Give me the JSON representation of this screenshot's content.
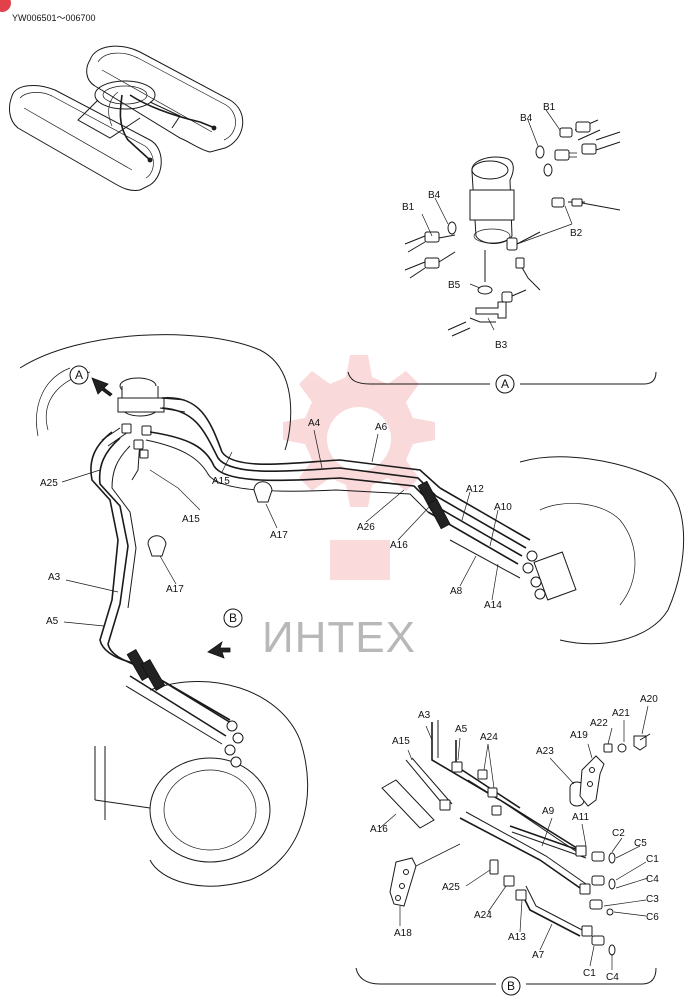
{
  "header": {
    "serial": "YW006501～006700"
  },
  "watermark": {
    "text": "ИНТЕХ",
    "color": "#e8555a"
  },
  "views": {
    "a": "A",
    "b": "B"
  },
  "callouts": {
    "b1_top": "B1",
    "b4_top": "B4",
    "b4_left": "B4",
    "b1_left": "B1",
    "b2": "B2",
    "b5": "B5",
    "b3": "B3",
    "a25_main": "A25",
    "a15_main": "A15",
    "a15_mid": "A15",
    "a4": "A4",
    "a6": "A6",
    "a17_top": "A17",
    "a26": "A26",
    "a16_main": "A16",
    "a12": "A12",
    "a10": "A10",
    "a8": "A8",
    "a14": "A14",
    "a3_main": "A3",
    "a5_main": "A5",
    "a17_low": "A17",
    "a3_b": "A3",
    "a5_b": "A5",
    "a24_b1": "A24",
    "a23": "A23",
    "a19": "A19",
    "a22": "A22",
    "a21": "A21",
    "a20": "A20",
    "a15_b": "A15",
    "a9": "A9",
    "a11": "A11",
    "a16_b": "A16",
    "c2_1": "C2",
    "c5_1": "C5",
    "c1_1": "C1",
    "c4_1": "C4",
    "c3": "C3",
    "c6": "C6",
    "a25_b": "A25",
    "a24_b2": "A24",
    "a18": "A18",
    "a13": "A13",
    "a7": "A7",
    "c1_2": "C1",
    "c4_2": "C4"
  }
}
